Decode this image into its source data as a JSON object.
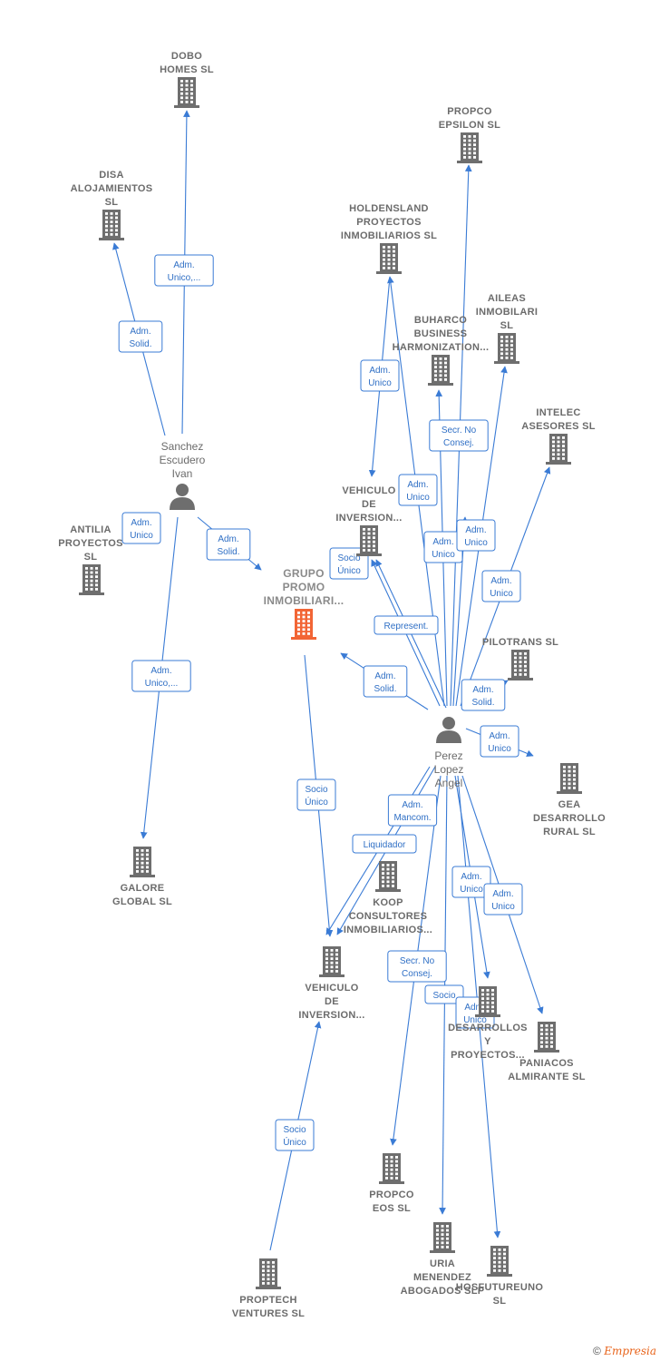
{
  "colors": {
    "edge": "#3a7bd5",
    "building": "#6e6e6e",
    "main_building": "#f26535",
    "person": "#6e6e6e"
  },
  "nodes": [
    {
      "id": "dobo",
      "type": "company",
      "label": [
        "DOBO",
        "HOMES  SL"
      ]
    },
    {
      "id": "disa",
      "type": "company",
      "label": [
        "DISA",
        "ALOJAMIENTOS",
        "SL"
      ]
    },
    {
      "id": "propco_epsilon",
      "type": "company",
      "label": [
        "PROPCO",
        "EPSILON  SL"
      ]
    },
    {
      "id": "holdensland",
      "type": "company",
      "label": [
        "HOLDENSLAND",
        "PROYECTOS",
        "INMOBILIARIOS SL"
      ]
    },
    {
      "id": "aileas",
      "type": "company",
      "label": [
        "AILEAS",
        "INMOBILARI",
        "SL"
      ]
    },
    {
      "id": "buharco",
      "type": "company",
      "label": [
        "BUHARCO",
        "BUSINESS",
        "HARMONIZATION..."
      ]
    },
    {
      "id": "intelec",
      "type": "company",
      "label": [
        "INTELEC",
        "ASESORES  SL"
      ]
    },
    {
      "id": "sanchez",
      "type": "person",
      "label": [
        "Sanchez",
        "Escudero",
        "Ivan"
      ]
    },
    {
      "id": "vehiculo1",
      "type": "company",
      "label": [
        "VEHICULO",
        "DE",
        "INVERSION..."
      ]
    },
    {
      "id": "antilia",
      "type": "company",
      "label": [
        "ANTILIA",
        "PROYECTOS",
        "SL"
      ]
    },
    {
      "id": "grupo",
      "type": "main",
      "label": [
        "GRUPO",
        "PROMO",
        "INMOBILIARI..."
      ]
    },
    {
      "id": "pilotrans",
      "type": "company",
      "label": [
        "PILOTRANS SL"
      ]
    },
    {
      "id": "perez",
      "type": "person",
      "label": [
        "Perez",
        "Lopez",
        "Angel"
      ]
    },
    {
      "id": "gea",
      "type": "company",
      "label": [
        "GEA",
        "DESARROLLO",
        "RURAL  SL"
      ]
    },
    {
      "id": "galore",
      "type": "company",
      "label": [
        "GALORE",
        "GLOBAL  SL"
      ]
    },
    {
      "id": "koop",
      "type": "company",
      "label": [
        "KOOP",
        "CONSULTORES",
        "INMOBILIARIOS..."
      ]
    },
    {
      "id": "vehiculo2",
      "type": "company",
      "label": [
        "VEHICULO",
        "DE",
        "INVERSION..."
      ]
    },
    {
      "id": "desarrollos",
      "type": "company",
      "label": [
        "DESARROLLOS",
        "Y",
        "PROYECTOS..."
      ]
    },
    {
      "id": "paniacos",
      "type": "company",
      "label": [
        "PANIACOS",
        "ALMIRANTE  SL"
      ]
    },
    {
      "id": "propco_eos",
      "type": "company",
      "label": [
        "PROPCO",
        "EOS  SL"
      ]
    },
    {
      "id": "uria",
      "type": "company",
      "label": [
        "URIA",
        "MENENDEZ",
        "ABOGADOS SLP"
      ]
    },
    {
      "id": "hosfutureuno",
      "type": "company",
      "label": [
        "HOSFUTUREUNO",
        "SL"
      ]
    },
    {
      "id": "proptech",
      "type": "company",
      "label": [
        "PROPTECH",
        "VENTURES  SL"
      ]
    }
  ],
  "relations": [
    {
      "id": "r1",
      "lines": [
        "Adm.",
        "Unico,..."
      ]
    },
    {
      "id": "r2",
      "lines": [
        "Adm.",
        "Solid."
      ]
    },
    {
      "id": "r3",
      "lines": [
        "Adm.",
        "Unico"
      ]
    },
    {
      "id": "r4",
      "lines": [
        "Adm.",
        "Solid."
      ]
    },
    {
      "id": "r5",
      "lines": [
        "Adm.",
        "Unico,..."
      ]
    },
    {
      "id": "r6",
      "lines": [
        "Adm.",
        "Unico"
      ]
    },
    {
      "id": "r7",
      "lines": [
        "Secr.  No",
        "Consej."
      ]
    },
    {
      "id": "r8",
      "lines": [
        "Adm.",
        "Unico"
      ]
    },
    {
      "id": "r9",
      "lines": [
        "Socio",
        "Único"
      ]
    },
    {
      "id": "r10",
      "lines": [
        "Adm.",
        "Unico"
      ]
    },
    {
      "id": "r11",
      "lines": [
        "Adm.",
        "Unico"
      ]
    },
    {
      "id": "r12",
      "lines": [
        "Adm.",
        "Unico"
      ]
    },
    {
      "id": "r13",
      "lines": [
        "Represent."
      ]
    },
    {
      "id": "r14",
      "lines": [
        "Adm.",
        "Solid."
      ]
    },
    {
      "id": "r15",
      "lines": [
        "Adm.",
        "Solid."
      ]
    },
    {
      "id": "r16",
      "lines": [
        "Adm.",
        "Unico"
      ]
    },
    {
      "id": "r17",
      "lines": [
        "Socio",
        "Único"
      ]
    },
    {
      "id": "r18",
      "lines": [
        "Adm.",
        "Mancom."
      ]
    },
    {
      "id": "r19",
      "lines": [
        "Liquidador"
      ]
    },
    {
      "id": "r20",
      "lines": [
        "Adm.",
        "Unico"
      ]
    },
    {
      "id": "r21",
      "lines": [
        "Adm.",
        "Unico"
      ]
    },
    {
      "id": "r22",
      "lines": [
        "Secr.  No",
        "Consej."
      ]
    },
    {
      "id": "r23",
      "lines": [
        "Socio"
      ]
    },
    {
      "id": "r24",
      "lines": [
        "Adm.",
        "Unico"
      ]
    },
    {
      "id": "r25",
      "lines": [
        "Socio",
        "Único"
      ]
    }
  ],
  "footer": {
    "copyright": "©",
    "brand": "Empresia"
  }
}
